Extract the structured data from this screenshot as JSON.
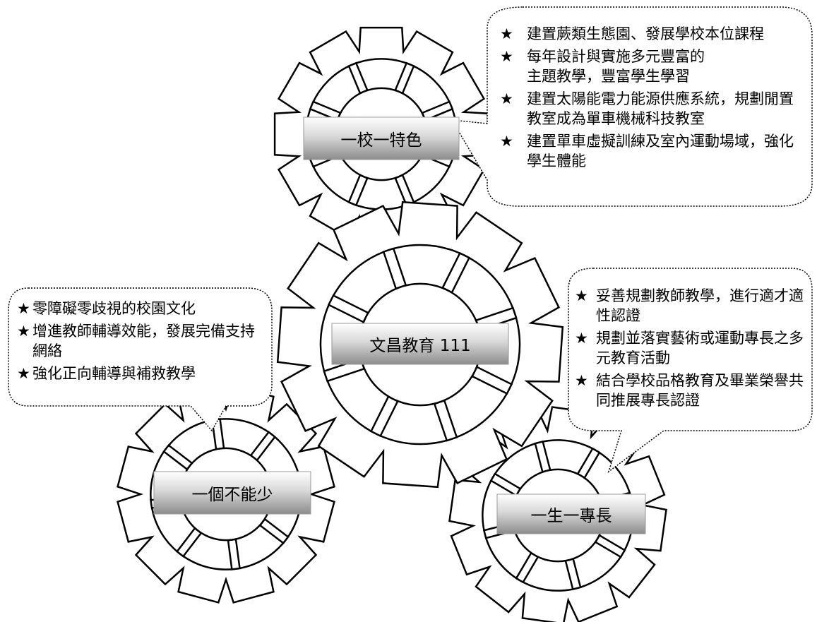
{
  "center": {
    "label": "文昌教育 111"
  },
  "gears": {
    "top": {
      "label": "一校一特色"
    },
    "left": {
      "label": "一個不能少"
    },
    "right": {
      "label": "一生一專長"
    }
  },
  "bubbles": {
    "top": {
      "items": [
        "建置蕨類生態園、發展學校本位課程",
        "每年設計與實施多元豐富的主題教學，豐富學生學習",
        "建置太陽能電力能源供應系統，規劃閒置教室成為單車機械科技教室",
        "建置單車虛擬訓練及室內運動場域，強化學生體能"
      ]
    },
    "left": {
      "items": [
        "零障礙零歧視的校園文化",
        "增進教師輔導效能，發展完備支持網絡",
        "強化正向輔導與補救教學"
      ]
    },
    "right": {
      "items": [
        "妥善規劃教師教學，進行適才適性認證",
        "規劃並落實藝術或運動專長之多元教育活動",
        "結合學校品格教育及畢業榮譽共同推展專長認證"
      ]
    }
  },
  "bullet_symbol": "★",
  "colors": {
    "stroke": "#000000",
    "plate_dark": "#8c8c8c",
    "plate_light": "#ffffff"
  }
}
